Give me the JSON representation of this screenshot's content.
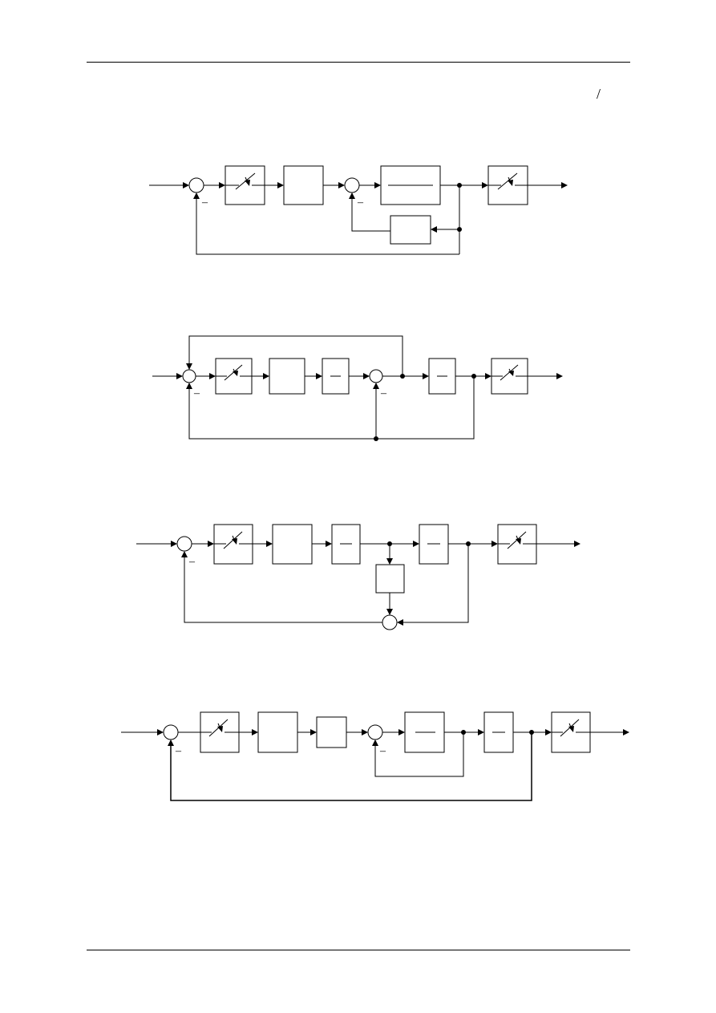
{
  "header": {
    "mark": "/"
  },
  "diagrams": [
    {
      "id": "diagram-1",
      "negative_signs": [
        "–",
        "–"
      ]
    },
    {
      "id": "diagram-2",
      "negative_signs": [
        "–",
        "–"
      ]
    },
    {
      "id": "diagram-3",
      "negative_signs": [
        "–"
      ]
    },
    {
      "id": "diagram-4",
      "negative_signs": [
        "–",
        "–"
      ]
    }
  ]
}
